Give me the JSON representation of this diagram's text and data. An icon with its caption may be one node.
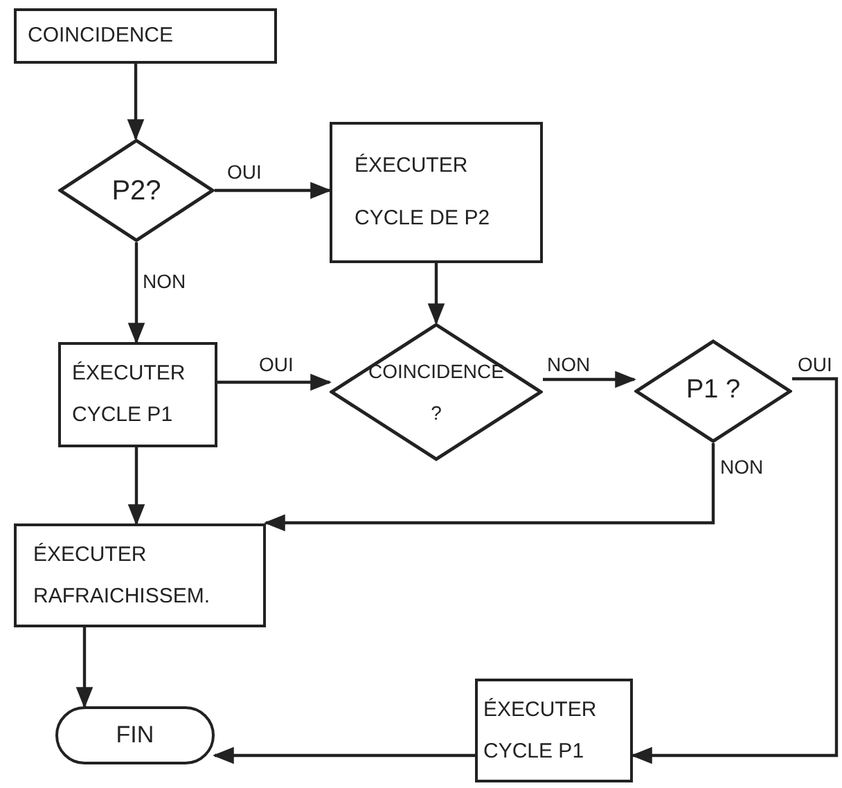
{
  "diagram": {
    "nodes": [
      {
        "text": [
          "COINCIDENCE"
        ]
      },
      {
        "text": [
          "P2?"
        ]
      },
      {
        "text": [
          "ÉXECUTER CYCLE DE P2"
        ]
      },
      {
        "text": [
          "ÉXECUTER CYCLE P1"
        ]
      },
      {
        "text": [
          "COINCIDENCE ?"
        ]
      },
      {
        "text": [
          "P1 ?"
        ]
      },
      {
        "text": [
          "ÉXECUTER RAFRAICHISSEM."
        ]
      },
      {
        "text": [
          "FIN"
        ]
      },
      {
        "text": [
          "ÉXECUTER CYCLE P1"
        ]
      }
    ],
    "edges": [
      {
        "from": 0,
        "to": 1,
        "arrow": "to"
      },
      {
        "from": 1,
        "to": 2,
        "arrow": "to",
        "label": "OUI"
      },
      {
        "from": 1,
        "to": 3,
        "arrow": "to",
        "label": "NON"
      },
      {
        "from": 2,
        "to": 4,
        "arrow": "to"
      },
      {
        "from": 3,
        "to": 4,
        "arrow": "to",
        "label": "OUI"
      },
      {
        "from": 4,
        "to": 5,
        "arrow": "to",
        "label": "NON"
      },
      {
        "from": 5,
        "to": 8,
        "arrow": "to",
        "label": "OUI"
      },
      {
        "from": 5,
        "to": 6,
        "arrow": "to",
        "label": "NON"
      },
      {
        "from": 3,
        "to": 6,
        "arrow": "to"
      },
      {
        "from": 6,
        "to": 7,
        "arrow": "to"
      },
      {
        "from": 8,
        "to": 7,
        "arrow": "to"
      }
    ]
  }
}
